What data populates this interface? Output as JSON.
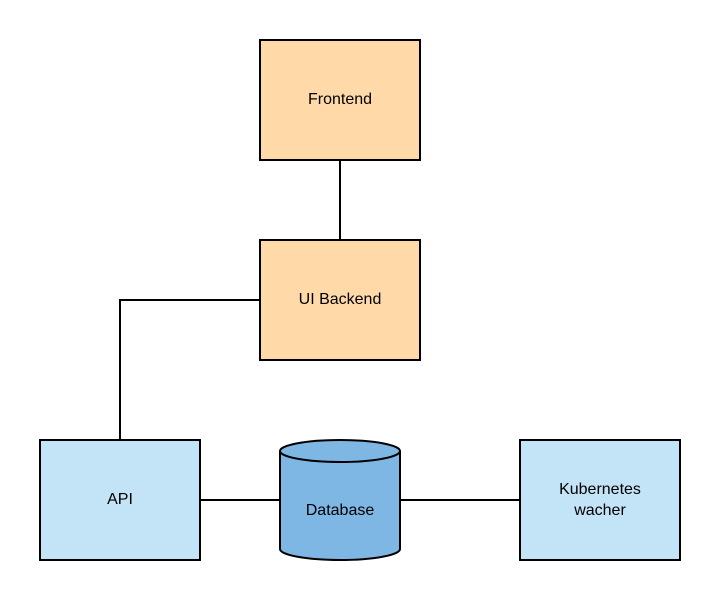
{
  "diagram": {
    "nodes": {
      "frontend": {
        "label": "Frontend",
        "color": "#ffdaa8"
      },
      "ui_backend": {
        "label": "UI Backend",
        "color": "#ffdaa8"
      },
      "api": {
        "label": "API",
        "color": "#c3e3f7"
      },
      "database": {
        "label": "Database",
        "color": "#7eb6e4"
      },
      "k8s_watcher": {
        "line1": "Kubernetes",
        "line2": "wacher",
        "color": "#c3e3f7"
      }
    },
    "edges": [
      {
        "from": "frontend",
        "to": "ui_backend"
      },
      {
        "from": "ui_backend",
        "to": "api"
      },
      {
        "from": "api",
        "to": "database"
      },
      {
        "from": "database",
        "to": "k8s_watcher"
      }
    ]
  }
}
